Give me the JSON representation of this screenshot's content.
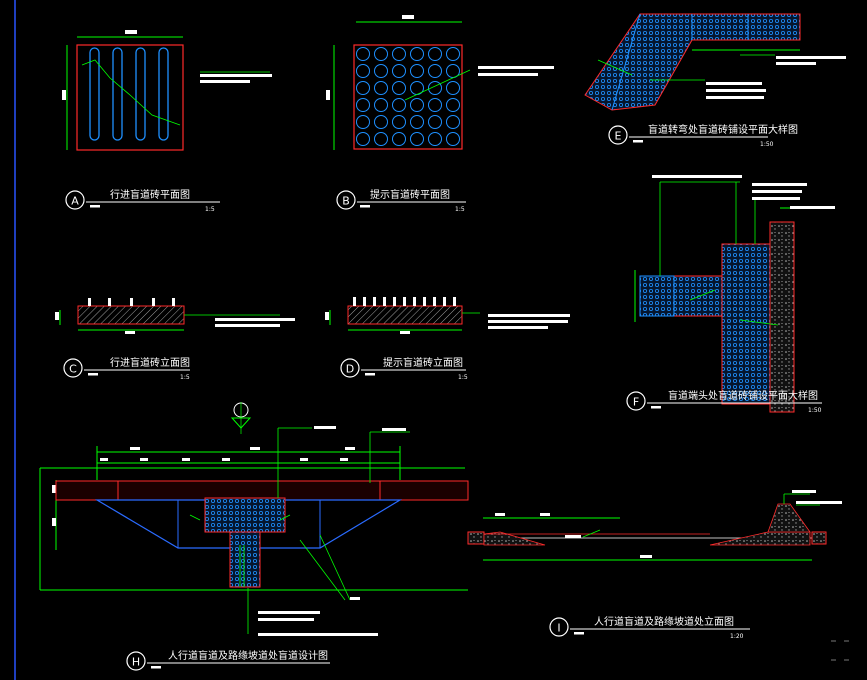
{
  "details": [
    {
      "id": "A",
      "title": "行进盲道砖平面图",
      "scale": "1:5"
    },
    {
      "id": "B",
      "title": "提示盲道砖平面图",
      "scale": "1:5"
    },
    {
      "id": "C",
      "title": "行进盲道砖立面图",
      "scale": "1:5"
    },
    {
      "id": "D",
      "title": "提示盲道砖立面图",
      "scale": "1:5"
    },
    {
      "id": "E",
      "title": "盲道转弯处盲道砖铺设平面大样图",
      "scale": "1:50"
    },
    {
      "id": "F",
      "title": "盲道端头处盲道砖铺设平面大样图",
      "scale": "1:50"
    },
    {
      "id": "H",
      "title": "人行道盲道及路缘坡道处盲道设计图",
      "scale": ""
    },
    {
      "id": "I",
      "title": "人行道盲道及路缘坡道处立面图",
      "scale": "1:20"
    }
  ],
  "colors": {
    "bg": "#000000",
    "line": "#00ff00",
    "red": "#ff2a2a",
    "text": "#ffffff",
    "tile": "#1e90ff",
    "blue": "#2a6bff"
  }
}
